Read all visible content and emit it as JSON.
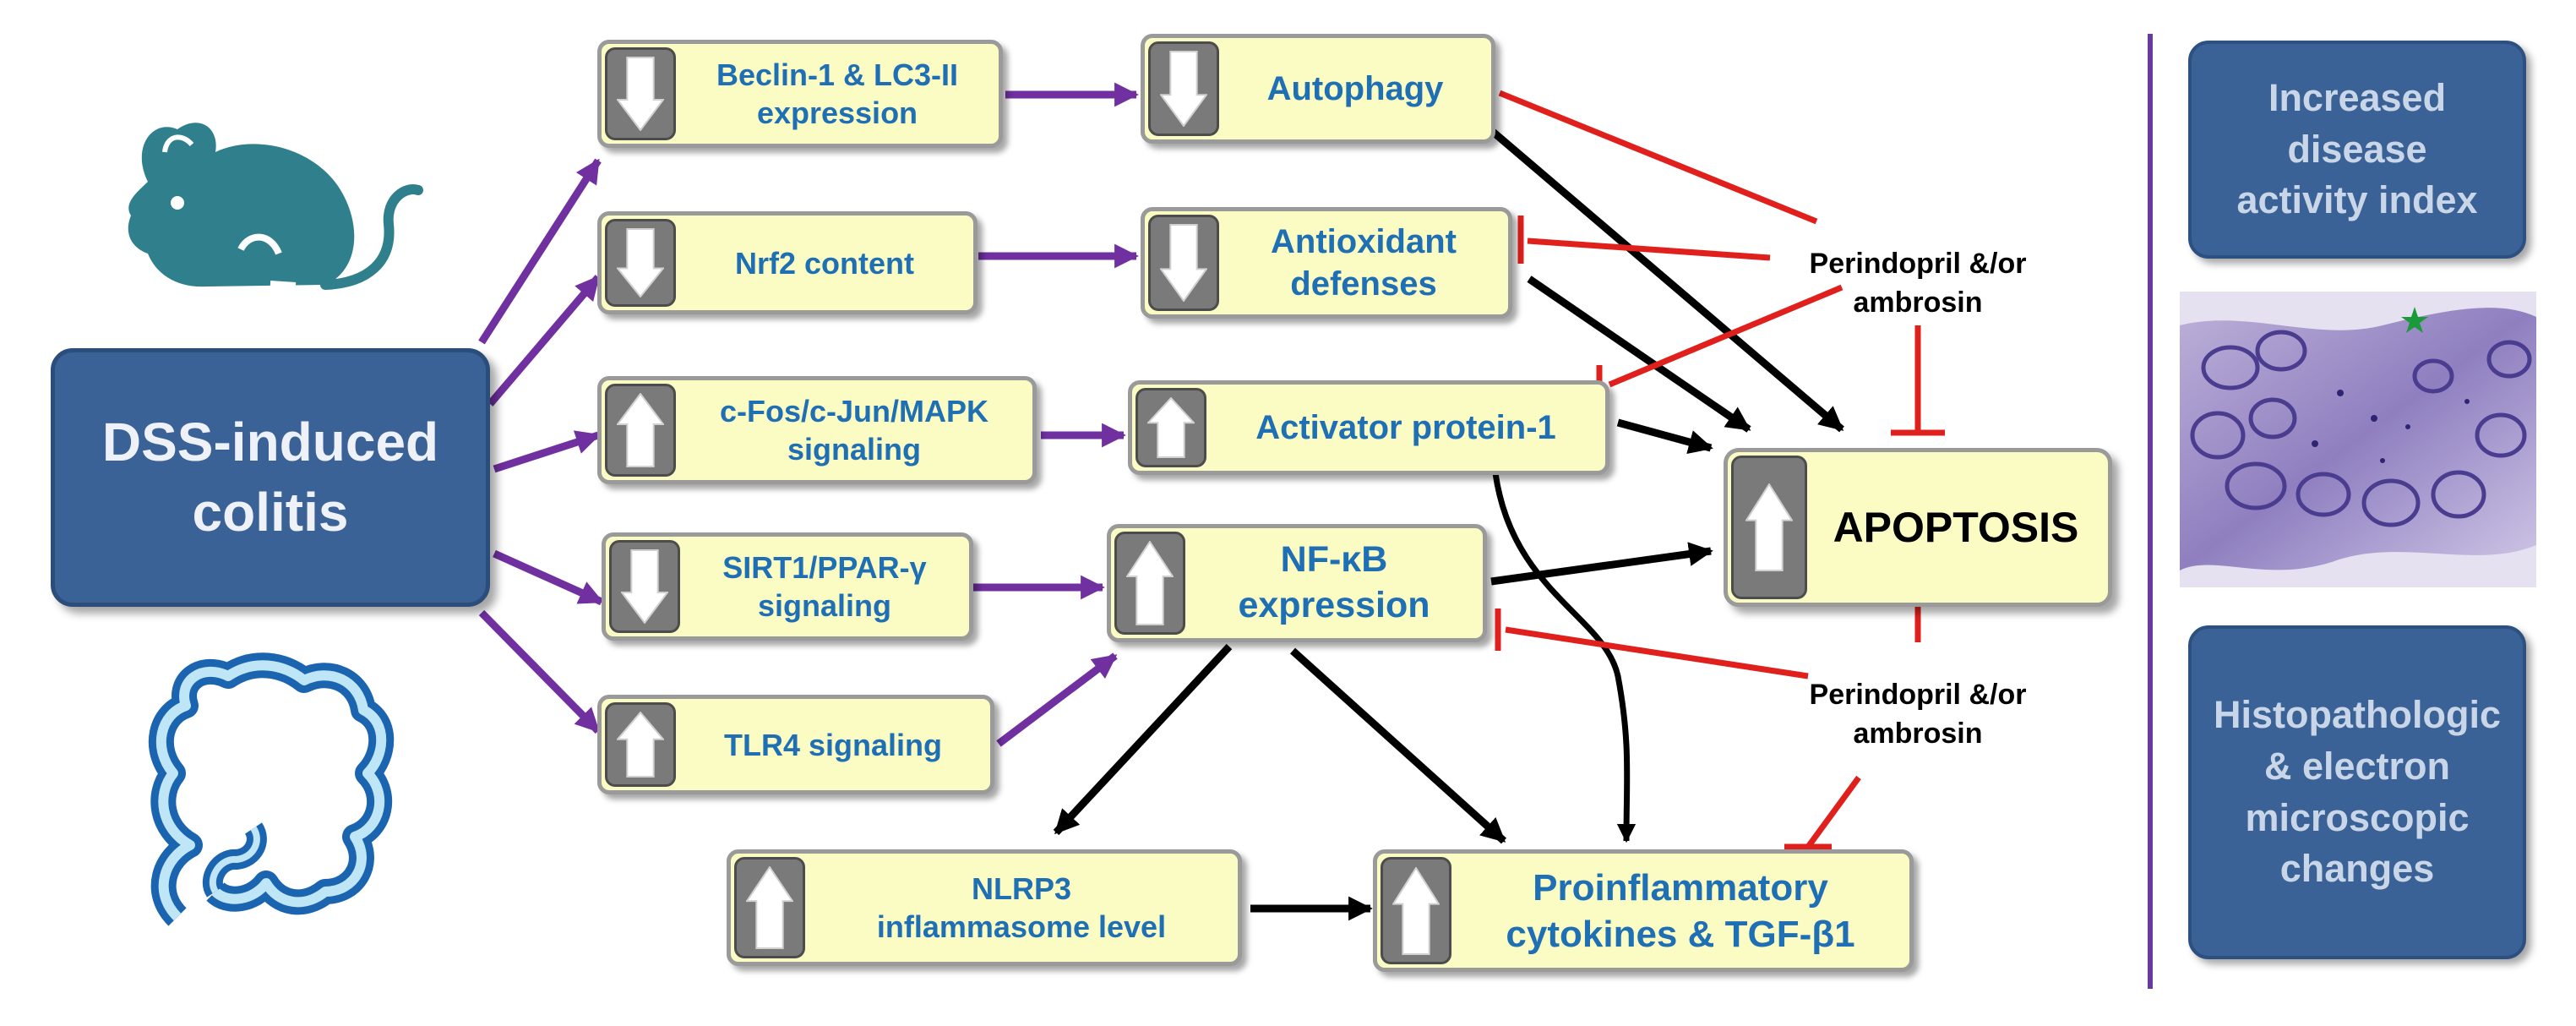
{
  "colors": {
    "purple_arrow": "#7030a0",
    "inhibit": "#e0201c",
    "black_arrow": "#000000",
    "node_fill": "#fbfbc4",
    "node_text": "#1f6fb5",
    "side_box": "#3a6297"
  },
  "trigger": {
    "lines": [
      "DSS-induced",
      "colitis"
    ]
  },
  "icons": {
    "mouse": "mouse-icon",
    "colon": "colon-icon",
    "up": "up-arrow-icon",
    "down": "down-arrow-icon"
  },
  "nodes": {
    "beclin": {
      "lines": [
        "Beclin-1 & LC3-II",
        "expression"
      ],
      "direction": "down"
    },
    "nrf2": {
      "lines": [
        "Nrf2 content"
      ],
      "direction": "down"
    },
    "cfos": {
      "lines": [
        "c-Fos/c-Jun/MAPK",
        "signaling"
      ],
      "direction": "up"
    },
    "sirt1": {
      "lines": [
        "SIRT1/PPAR-γ",
        "signaling"
      ],
      "direction": "down"
    },
    "tlr4": {
      "lines": [
        "TLR4 signaling"
      ],
      "direction": "up"
    },
    "autophagy": {
      "lines": [
        "Autophagy"
      ],
      "direction": "down"
    },
    "antioxidant": {
      "lines": [
        "Antioxidant",
        "defenses"
      ],
      "direction": "down"
    },
    "ap1": {
      "lines": [
        "Activator protein-1"
      ],
      "direction": "up"
    },
    "nfkb": {
      "lines": [
        "NF-κB",
        "expression"
      ],
      "direction": "up"
    },
    "nlrp3": {
      "lines": [
        "NLRP3",
        "inflammasome level"
      ],
      "direction": "up"
    },
    "cytokines": {
      "lines": [
        "Proinflammatory",
        "cytokines & TGF-β1"
      ],
      "direction": "up"
    }
  },
  "apoptosis": {
    "label": "APOPTOSIS",
    "direction": "up"
  },
  "drugs": {
    "top": {
      "lines": [
        "Perindopril &/or",
        "ambrosin"
      ]
    },
    "bottom": {
      "lines": [
        "Perindopril &/or",
        "ambrosin"
      ]
    }
  },
  "side": {
    "box1": {
      "lines": [
        "Increased",
        "disease",
        "activity index"
      ]
    },
    "box2": {
      "lines": [
        "Histopathologic",
        "& electron",
        "microscopic",
        "changes"
      ]
    }
  }
}
